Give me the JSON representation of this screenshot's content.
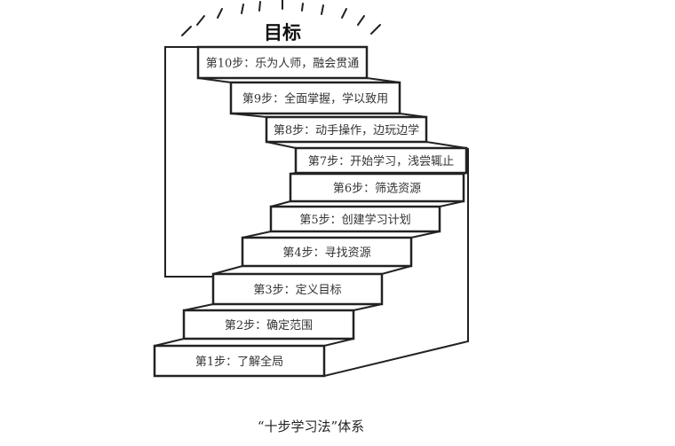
{
  "goal_label": "目标",
  "steps": [
    {
      "label": "第1步：了解全局"
    },
    {
      "label": "第2步：确定范围"
    },
    {
      "label": "第3步：定义目标"
    },
    {
      "label": "第4步：寻找资源"
    },
    {
      "label": "第5步：创建学习计划"
    },
    {
      "label": "第6步：筛选资源"
    },
    {
      "label": "第7步：开始学习，浅尝辄止"
    },
    {
      "label": "第8步：动手操作，边玩边学"
    },
    {
      "label": "第9步：全面掌握，学以致用"
    },
    {
      "label": "第10步：乐为人师，融会贯通"
    }
  ],
  "caption": "“十步学习法”体系"
}
